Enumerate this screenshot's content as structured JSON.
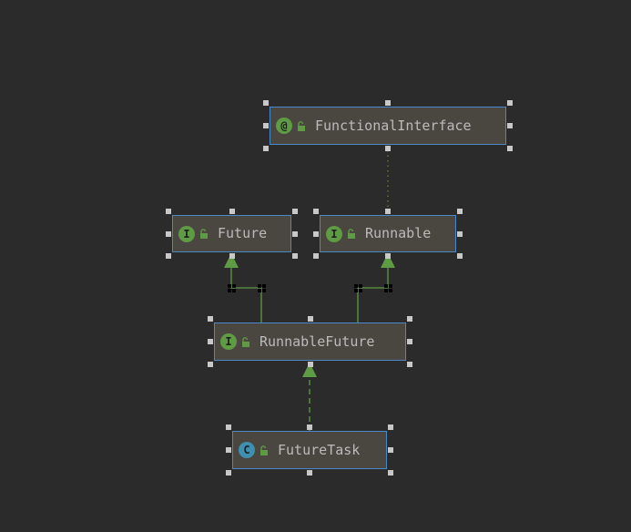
{
  "diagram": {
    "colors": {
      "background": "#2b2b2b",
      "node_fill": "#4a4740",
      "node_border": "#4a88c7",
      "label": "#bbbbbb",
      "interface_badge": "#5f9a44",
      "class_badge": "#3f8fb0",
      "inheritance_edge": "#5f9a44",
      "annotation_edge": "#6a8a3a",
      "handle": "#c8c8c8"
    },
    "nodes": [
      {
        "id": "functional-interface",
        "label": "FunctionalInterface",
        "kind": "annotation",
        "badge": "@",
        "access_icon": "unlocked-icon"
      },
      {
        "id": "future",
        "label": "Future",
        "kind": "interface",
        "badge": "I",
        "access_icon": "unlocked-icon"
      },
      {
        "id": "runnable",
        "label": "Runnable",
        "kind": "interface",
        "badge": "I",
        "access_icon": "unlocked-icon"
      },
      {
        "id": "runnable-future",
        "label": "RunnableFuture",
        "kind": "interface",
        "badge": "I",
        "access_icon": "unlocked-icon"
      },
      {
        "id": "future-task",
        "label": "FutureTask",
        "kind": "class",
        "badge": "C",
        "access_icon": "unlocked-icon"
      }
    ],
    "edges": [
      {
        "from": "runnable",
        "to": "functional-interface",
        "type": "annotated-by"
      },
      {
        "from": "runnable-future",
        "to": "future",
        "type": "extends"
      },
      {
        "from": "runnable-future",
        "to": "runnable",
        "type": "extends"
      },
      {
        "from": "future-task",
        "to": "runnable-future",
        "type": "implements"
      }
    ]
  }
}
